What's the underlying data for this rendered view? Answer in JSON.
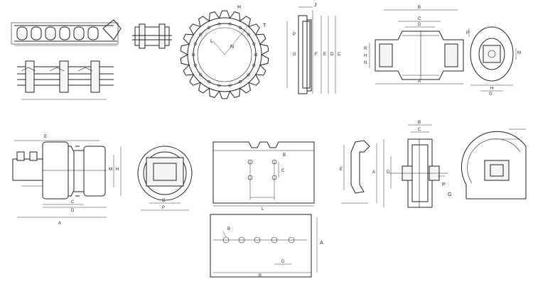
{
  "panels": {
    "chain_top": {
      "labels": []
    },
    "track_link": {
      "labels": []
    },
    "sprocket": {
      "labels": [
        "H",
        "T",
        "L",
        "N"
      ]
    },
    "idler_side": {
      "labels": [
        "J",
        "P",
        "G",
        "F",
        "E",
        "D",
        "C"
      ]
    },
    "idler_front": {
      "labels": [
        "B",
        "C",
        "D",
        "A",
        "R",
        "H",
        "N"
      ]
    },
    "idler_end": {
      "labels": [
        "P",
        "G",
        "M",
        "H"
      ]
    },
    "roller_side": {
      "labels": [
        "E",
        "C",
        "D",
        "A",
        "M",
        "H"
      ]
    },
    "roller_end": {
      "labels": [
        "G",
        "P"
      ]
    },
    "shoe_side": {
      "labels": [
        "B",
        "C",
        "L"
      ]
    },
    "shoe_plan": {
      "labels": [
        "B",
        "A",
        "D",
        "B"
      ]
    },
    "guard": {
      "labels": [
        "E"
      ]
    },
    "carrier_side": {
      "labels": [
        "A",
        "B",
        "C",
        "D",
        "P",
        "G"
      ]
    },
    "carrier_end": {
      "labels": []
    }
  }
}
